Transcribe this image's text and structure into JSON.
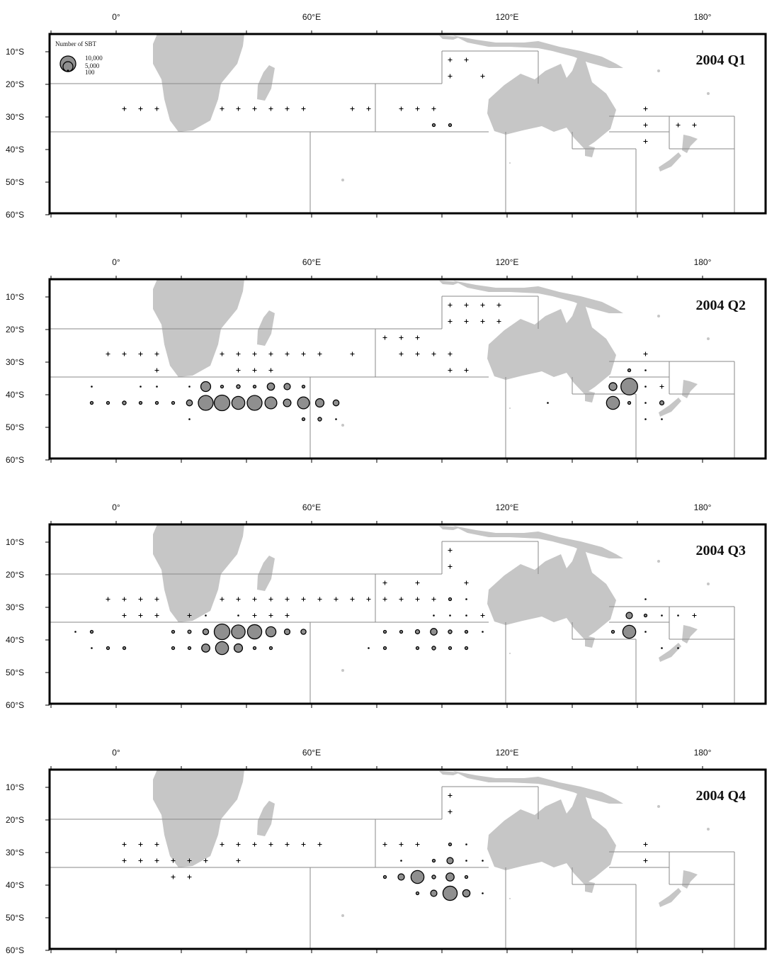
{
  "figure": {
    "longitude_labels": [
      "0°",
      "60°E",
      "120°E",
      "180°"
    ],
    "latitude_labels": [
      "10°S",
      "20°S",
      "30°S",
      "40°S",
      "50°S",
      "60°S"
    ],
    "legend": {
      "title": "Number of SBT",
      "entries": [
        {
          "label": "10,000",
          "value": 10000
        },
        {
          "label": "5,000",
          "value": 5000
        },
        {
          "label": "100",
          "value": 100
        }
      ]
    },
    "colors": {
      "land": "#c6c6c6",
      "frame": "#000000",
      "grid": "#8a8a8a",
      "circle_fill": "#8f8f8f",
      "circle_stroke": "#000000"
    }
  },
  "panels": [
    {
      "title": "2004 Q1",
      "cross_rows": [
        {
          "lat": -12.5,
          "lons": [
            102.5,
            107.5
          ]
        },
        {
          "lat": -17.5,
          "lons": [
            102.5,
            112.5
          ]
        },
        {
          "lat": -27.5,
          "lons": [
            2.5,
            7.5,
            12.5,
            32.5,
            37.5,
            42.5,
            47.5,
            52.5,
            57.5,
            72.5,
            77.5,
            87.5,
            92.5,
            97.5,
            162.5
          ]
        },
        {
          "lat": -32.5,
          "lons": [
            162.5,
            172.5,
            177.5
          ]
        },
        {
          "lat": -37.5,
          "lons": [
            162.5
          ]
        }
      ],
      "catches": [
        {
          "lon": 97.5,
          "lat": -32.5,
          "n": 30
        },
        {
          "lon": 102.5,
          "lat": -32.5,
          "n": 100
        }
      ]
    },
    {
      "title": "2004 Q2",
      "cross_rows": [
        {
          "lat": -12.5,
          "lons": [
            102.5,
            107.5,
            112.5,
            117.5
          ]
        },
        {
          "lat": -17.5,
          "lons": [
            102.5,
            107.5,
            112.5,
            117.5
          ]
        },
        {
          "lat": -22.5,
          "lons": [
            82.5,
            87.5,
            92.5
          ]
        },
        {
          "lat": -27.5,
          "lons": [
            -2.5,
            2.5,
            7.5,
            12.5,
            32.5,
            37.5,
            42.5,
            47.5,
            52.5,
            57.5,
            62.5,
            72.5,
            87.5,
            92.5,
            97.5,
            102.5,
            162.5
          ]
        },
        {
          "lat": -32.5,
          "lons": [
            12.5,
            37.5,
            42.5,
            47.5,
            102.5,
            107.5
          ]
        },
        {
          "lat": -37.5,
          "lons": [
            167.5
          ]
        }
      ],
      "catches": [
        {
          "lon": -7.5,
          "lat": -37.5,
          "n": 10
        },
        {
          "lon": 7.5,
          "lat": -37.5,
          "n": 10
        },
        {
          "lon": 12.5,
          "lat": -37.5,
          "n": 10
        },
        {
          "lon": 22.5,
          "lat": -37.5,
          "n": 10
        },
        {
          "lon": 27.5,
          "lat": -37.5,
          "n": 2200
        },
        {
          "lon": 32.5,
          "lat": -37.5,
          "n": 150
        },
        {
          "lon": 37.5,
          "lat": -37.5,
          "n": 300
        },
        {
          "lon": 42.5,
          "lat": -37.5,
          "n": 100
        },
        {
          "lon": 47.5,
          "lat": -37.5,
          "n": 1200
        },
        {
          "lon": 52.5,
          "lat": -37.5,
          "n": 900
        },
        {
          "lon": 57.5,
          "lat": -37.5,
          "n": 20
        },
        {
          "lon": -7.5,
          "lat": -42.5,
          "n": 30
        },
        {
          "lon": -2.5,
          "lat": -42.5,
          "n": 150
        },
        {
          "lon": 2.5,
          "lat": -42.5,
          "n": 300
        },
        {
          "lon": 7.5,
          "lat": -42.5,
          "n": 30
        },
        {
          "lon": 12.5,
          "lat": -42.5,
          "n": 30
        },
        {
          "lon": 17.5,
          "lat": -42.5,
          "n": 60
        },
        {
          "lon": 22.5,
          "lat": -42.5,
          "n": 800
        },
        {
          "lon": 27.5,
          "lat": -42.5,
          "n": 5000
        },
        {
          "lon": 32.5,
          "lat": -42.5,
          "n": 5500
        },
        {
          "lon": 37.5,
          "lat": -42.5,
          "n": 3800
        },
        {
          "lon": 42.5,
          "lat": -42.5,
          "n": 5000
        },
        {
          "lon": 47.5,
          "lat": -42.5,
          "n": 3200
        },
        {
          "lon": 52.5,
          "lat": -42.5,
          "n": 1300
        },
        {
          "lon": 57.5,
          "lat": -42.5,
          "n": 3200
        },
        {
          "lon": 62.5,
          "lat": -42.5,
          "n": 1600
        },
        {
          "lon": 67.5,
          "lat": -42.5,
          "n": 800
        },
        {
          "lon": 22.5,
          "lat": -47.5,
          "n": 10
        },
        {
          "lon": 57.5,
          "lat": -47.5,
          "n": 30
        },
        {
          "lon": 62.5,
          "lat": -47.5,
          "n": 300
        },
        {
          "lon": 67.5,
          "lat": -47.5,
          "n": 10
        },
        {
          "lon": 132.5,
          "lat": -42.5,
          "n": 10
        },
        {
          "lon": 152.5,
          "lat": -37.5,
          "n": 1400
        },
        {
          "lon": 157.5,
          "lat": -37.5,
          "n": 6300
        },
        {
          "lon": 162.5,
          "lat": -37.5,
          "n": 10
        },
        {
          "lon": 152.5,
          "lat": -42.5,
          "n": 3800
        },
        {
          "lon": 157.5,
          "lat": -42.5,
          "n": 150
        },
        {
          "lon": 162.5,
          "lat": -42.5,
          "n": 10
        },
        {
          "lon": 167.5,
          "lat": -42.5,
          "n": 400
        },
        {
          "lon": 162.5,
          "lat": -47.5,
          "n": 10
        },
        {
          "lon": 167.5,
          "lat": -47.5,
          "n": 10
        },
        {
          "lon": 157.5,
          "lat": -32.5,
          "n": 30
        },
        {
          "lon": 162.5,
          "lat": -32.5,
          "n": 10
        }
      ]
    },
    {
      "title": "2004 Q3",
      "cross_rows": [
        {
          "lat": -12.5,
          "lons": [
            102.5
          ]
        },
        {
          "lat": -17.5,
          "lons": [
            102.5
          ]
        },
        {
          "lat": -22.5,
          "lons": [
            82.5,
            92.5,
            107.5
          ]
        },
        {
          "lat": -27.5,
          "lons": [
            -2.5,
            2.5,
            7.5,
            12.5,
            32.5,
            37.5,
            42.5,
            47.5,
            52.5,
            57.5,
            62.5,
            67.5,
            72.5,
            77.5,
            82.5,
            87.5,
            92.5,
            97.5
          ]
        },
        {
          "lat": -32.5,
          "lons": [
            2.5,
            7.5,
            12.5,
            22.5,
            42.5,
            47.5,
            52.5,
            112.5,
            177.5
          ]
        }
      ],
      "catches": [
        {
          "lon": 102.5,
          "lat": -27.5,
          "n": 100
        },
        {
          "lon": 107.5,
          "lat": -27.5,
          "n": 10
        },
        {
          "lon": 162.5,
          "lat": -27.5,
          "n": 10
        },
        {
          "lon": 27.5,
          "lat": -32.5,
          "n": 10
        },
        {
          "lon": 37.5,
          "lat": -32.5,
          "n": 10
        },
        {
          "lon": 97.5,
          "lat": -32.5,
          "n": 10
        },
        {
          "lon": 102.5,
          "lat": -32.5,
          "n": 10
        },
        {
          "lon": 107.5,
          "lat": -32.5,
          "n": 10
        },
        {
          "lon": 157.5,
          "lat": -32.5,
          "n": 900
        },
        {
          "lon": 162.5,
          "lat": -32.5,
          "n": 150
        },
        {
          "lon": 167.5,
          "lat": -32.5,
          "n": 10
        },
        {
          "lon": 172.5,
          "lat": -32.5,
          "n": 10
        },
        {
          "lon": -12.5,
          "lat": -37.5,
          "n": 10
        },
        {
          "lon": -7.5,
          "lat": -37.5,
          "n": 100
        },
        {
          "lon": 17.5,
          "lat": -37.5,
          "n": 60
        },
        {
          "lon": 22.5,
          "lat": -37.5,
          "n": 250
        },
        {
          "lon": 27.5,
          "lat": -37.5,
          "n": 750
        },
        {
          "lon": 32.5,
          "lat": -37.5,
          "n": 5500
        },
        {
          "lon": 37.5,
          "lat": -37.5,
          "n": 4200
        },
        {
          "lon": 42.5,
          "lat": -37.5,
          "n": 4600
        },
        {
          "lon": 47.5,
          "lat": -37.5,
          "n": 2300
        },
        {
          "lon": 52.5,
          "lat": -37.5,
          "n": 700
        },
        {
          "lon": 57.5,
          "lat": -37.5,
          "n": 600
        },
        {
          "lon": 82.5,
          "lat": -37.5,
          "n": 80
        },
        {
          "lon": 87.5,
          "lat": -37.5,
          "n": 60
        },
        {
          "lon": 92.5,
          "lat": -37.5,
          "n": 400
        },
        {
          "lon": 97.5,
          "lat": -37.5,
          "n": 1000
        },
        {
          "lon": 102.5,
          "lat": -37.5,
          "n": 300
        },
        {
          "lon": 107.5,
          "lat": -37.5,
          "n": 80
        },
        {
          "lon": 112.5,
          "lat": -37.5,
          "n": 10
        },
        {
          "lon": 152.5,
          "lat": -37.5,
          "n": 100
        },
        {
          "lon": 157.5,
          "lat": -37.5,
          "n": 3800
        },
        {
          "lon": 162.5,
          "lat": -37.5,
          "n": 10
        },
        {
          "lon": -7.5,
          "lat": -42.5,
          "n": 10
        },
        {
          "lon": -2.5,
          "lat": -42.5,
          "n": 30
        },
        {
          "lon": 2.5,
          "lat": -42.5,
          "n": 30
        },
        {
          "lon": 17.5,
          "lat": -42.5,
          "n": 30
        },
        {
          "lon": 22.5,
          "lat": -42.5,
          "n": 60
        },
        {
          "lon": 27.5,
          "lat": -42.5,
          "n": 1500
        },
        {
          "lon": 32.5,
          "lat": -42.5,
          "n": 3800
        },
        {
          "lon": 37.5,
          "lat": -42.5,
          "n": 1600
        },
        {
          "lon": 42.5,
          "lat": -42.5,
          "n": 150
        },
        {
          "lon": 47.5,
          "lat": -42.5,
          "n": 30
        },
        {
          "lon": 77.5,
          "lat": -42.5,
          "n": 10
        },
        {
          "lon": 82.5,
          "lat": -42.5,
          "n": 60
        },
        {
          "lon": 92.5,
          "lat": -42.5,
          "n": 30
        },
        {
          "lon": 97.5,
          "lat": -42.5,
          "n": 300
        },
        {
          "lon": 102.5,
          "lat": -42.5,
          "n": 150
        },
        {
          "lon": 107.5,
          "lat": -42.5,
          "n": 30
        },
        {
          "lon": 167.5,
          "lat": -42.5,
          "n": 10
        },
        {
          "lon": 172.5,
          "lat": -42.5,
          "n": 10
        }
      ]
    },
    {
      "title": "2004 Q4",
      "cross_rows": [
        {
          "lat": -12.5,
          "lons": [
            102.5
          ]
        },
        {
          "lat": -17.5,
          "lons": [
            102.5
          ]
        },
        {
          "lat": -27.5,
          "lons": [
            2.5,
            7.5,
            12.5,
            32.5,
            37.5,
            42.5,
            47.5,
            52.5,
            57.5,
            62.5,
            82.5,
            87.5,
            92.5,
            162.5
          ]
        },
        {
          "lat": -32.5,
          "lons": [
            2.5,
            7.5,
            12.5,
            17.5,
            22.5,
            27.5,
            37.5,
            162.5
          ]
        },
        {
          "lat": -37.5,
          "lons": [
            17.5,
            22.5
          ]
        }
      ],
      "catches": [
        {
          "lon": 102.5,
          "lat": -27.5,
          "n": 150
        },
        {
          "lon": 107.5,
          "lat": -27.5,
          "n": 10
        },
        {
          "lon": 97.5,
          "lat": -32.5,
          "n": 30
        },
        {
          "lon": 102.5,
          "lat": -32.5,
          "n": 900
        },
        {
          "lon": 107.5,
          "lat": -32.5,
          "n": 10
        },
        {
          "lon": 112.5,
          "lat": -32.5,
          "n": 10
        },
        {
          "lon": 87.5,
          "lat": -32.5,
          "n": 10
        },
        {
          "lon": 82.5,
          "lat": -37.5,
          "n": 150
        },
        {
          "lon": 87.5,
          "lat": -37.5,
          "n": 900
        },
        {
          "lon": 92.5,
          "lat": -37.5,
          "n": 3800
        },
        {
          "lon": 97.5,
          "lat": -37.5,
          "n": 300
        },
        {
          "lon": 102.5,
          "lat": -37.5,
          "n": 1500
        },
        {
          "lon": 107.5,
          "lat": -37.5,
          "n": 60
        },
        {
          "lon": 92.5,
          "lat": -42.5,
          "n": 150
        },
        {
          "lon": 97.5,
          "lat": -42.5,
          "n": 900
        },
        {
          "lon": 102.5,
          "lat": -42.5,
          "n": 4600
        },
        {
          "lon": 107.5,
          "lat": -42.5,
          "n": 1200
        },
        {
          "lon": 112.5,
          "lat": -42.5,
          "n": 10
        }
      ]
    }
  ]
}
